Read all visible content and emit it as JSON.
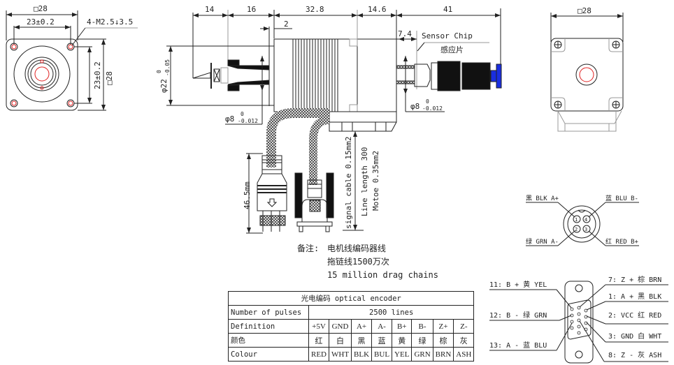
{
  "front_view": {
    "square_size": "□28",
    "hole_spacing_h": "23±0.2",
    "hole_spacing_v": "23±0.2",
    "square_size_v": "□28",
    "screw_holes": "4-M2.5↓3.5"
  },
  "side_view": {
    "dims": [
      "14",
      "16",
      "32.8",
      "14.6",
      "41"
    ],
    "gap": "2",
    "sensor_offset": "7.4",
    "body_diameter": "φ22",
    "body_tol_upper": "0",
    "body_tol_lower": "-0.05",
    "shaft_diameter_left": "φ8",
    "shaft_diameter_right": "φ8",
    "shaft_tol_upper": "0",
    "shaft_tol_lower": "-0.012",
    "sensor_chip_label": "Sensor Chip",
    "sensor_chip_label_cn": "感应片"
  },
  "rear_view": {
    "square_size": "□28"
  },
  "cables": {
    "connector_length": "46.5mm",
    "signal_cable": "signal cable 0.15mm2",
    "line_length": "Line length 300",
    "motor_cable": "Motoe 0.35mm2"
  },
  "notes": {
    "label": "备注:",
    "line1": "电机线编码器线",
    "line2": "拖链线1500万次",
    "line3": "15 million drag chains"
  },
  "encoder_table": {
    "title": "光电编码 optical encoder",
    "pulses_label": "Number of pulses",
    "pulses_value": "2500 lines",
    "definition_label": "Definition",
    "definitions": [
      "+5V",
      "GND",
      "A+",
      "A-",
      "B+",
      "B-",
      "Z+",
      "Z-"
    ],
    "color_cn_label": "颜色",
    "colors_cn": [
      "红",
      "白",
      "黑",
      "蓝",
      "黄",
      "绿",
      "棕",
      "灰"
    ],
    "colour_label": "Colour",
    "colours": [
      "RED",
      "WHT",
      "BLK",
      "BUL",
      "YEL",
      "GRN",
      "BRN",
      "ASH"
    ]
  },
  "motor_connector": {
    "pins": [
      {
        "num": "1",
        "label": "黑 BLK A+"
      },
      {
        "num": "4",
        "label": "蓝 BLU B-"
      },
      {
        "num": "2",
        "label": "绿 GRN A-"
      },
      {
        "num": "3",
        "label": "红 RED B+"
      }
    ]
  },
  "encoder_connector": {
    "left": [
      "11: B + 黄 YEL",
      "12: B - 绿 GRN",
      "13: A - 蓝 BLU"
    ],
    "right": [
      "7: Z + 棕 BRN",
      "1: A + 黑 BLK",
      "2: VCC 红 RED",
      "3: GND 白 WHT",
      "8: Z - 灰 ASH"
    ]
  },
  "colors": {
    "line": "#222222",
    "red": "#e02020",
    "blue": "#1a2ee0",
    "gray": "#999999"
  }
}
